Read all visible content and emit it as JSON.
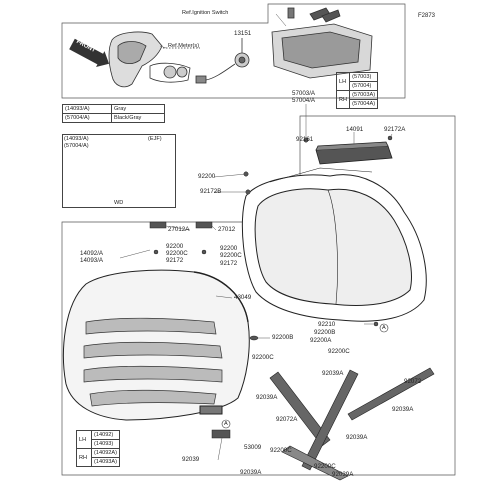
{
  "figure_id": "F2873",
  "ref_labels": {
    "ignition": "Ref.Ignition Switch",
    "meter": "Ref.Meter(s)",
    "front": "FRONT"
  },
  "parts": {
    "p13151": "13151",
    "p57003_57004": [
      "57003/A",
      "57004/A"
    ],
    "p92161": "92161",
    "p14091": "14091",
    "p92172A": "92172A",
    "p92200_r": "92200",
    "p92172B": "92172B",
    "p27012A": "27012A",
    "p27012": "27012",
    "p14092_14093": [
      "14092/A",
      "14093/A"
    ],
    "p92200_l1": "92200",
    "p92200C_l1": "92200C",
    "p92172_l1": "92172",
    "p92200_r1": "92200",
    "p92200C_r1": "92200C",
    "p92172_r1": "92172",
    "p43049": "43049",
    "p92200B_mid": "92200B",
    "p92210": "92210",
    "p92200B_r": "92200B",
    "p92200A_r": "92200A",
    "pA_right": "A",
    "p92200C_mid": "92200C",
    "p92200C_mr": "92200C",
    "p92039A_1": "92039A",
    "p92039A_2": "92039A",
    "p92072": "92072",
    "p92039A_3": "92039A",
    "p92072A": "92072A",
    "p92039A_4": "92039A",
    "pA_left": "A",
    "p53009": "53009",
    "p92039": "92039",
    "p92200C_b1": "92200C",
    "p92039A_5": "92039A",
    "p92200C_b2": "92200C",
    "p92039A_6": "92039A",
    "wd": "WD"
  },
  "color_table": {
    "rows": [
      {
        "part": "(14093/A)",
        "color": "Gray"
      },
      {
        "part": "(57004/A)",
        "color": "Black/Gray"
      }
    ]
  },
  "ejf_box": {
    "parts": [
      "(14093/A)",
      "(57004/A)"
    ],
    "tag": "(EJF)"
  },
  "side_table_top": {
    "rows": [
      {
        "side": "LH",
        "parts": [
          "(57003)",
          "(57004)"
        ]
      },
      {
        "side": "RH",
        "parts": [
          "(57003A)",
          "(57004A)"
        ]
      }
    ]
  },
  "side_table_bottom": {
    "rows": [
      {
        "side": "LH",
        "parts": [
          "(14092)",
          "(14093)"
        ]
      },
      {
        "side": "RH",
        "parts": [
          "(14092A)",
          "(14093A)"
        ]
      }
    ]
  },
  "colors": {
    "line": "#333333",
    "shade": "#bdbdbd",
    "dark": "#555555"
  }
}
